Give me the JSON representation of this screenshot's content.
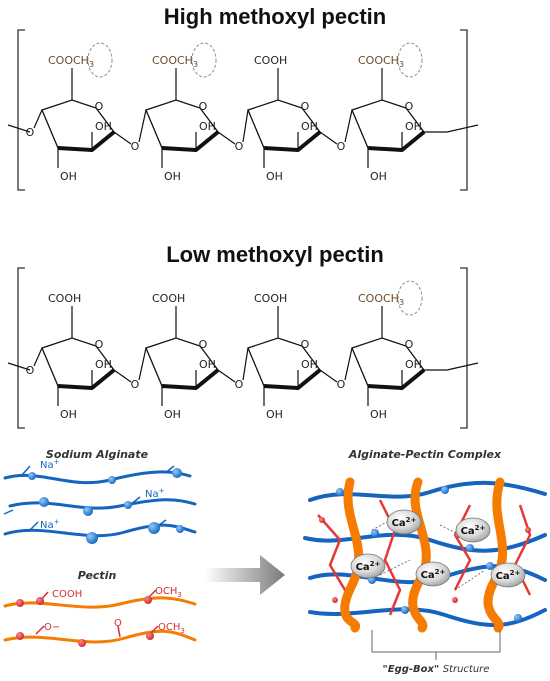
{
  "top_title": "High methoxyl pectin",
  "mid_title": "Low methoxyl pectin",
  "high_units": [
    "COOCH3",
    "COOCH3",
    "COOH",
    "COOCH3"
  ],
  "low_units": [
    "COOH",
    "COOH",
    "COOH",
    "COOCH3"
  ],
  "oh_label": "OH",
  "o_label": "O",
  "sodium_alginate_label": "Sodium Alginate",
  "na_label": "Na+",
  "pectin_label": "Pectin",
  "cooh_label": "COOH",
  "och3_label": "OCH3",
  "o_minus_label": "O−",
  "complex_label": "Alginate-Pectin Complex",
  "ca_label": "Ca2+",
  "eggbox_label_a": "\"Egg-Box\"",
  "eggbox_label_b": "Structure",
  "colors": {
    "alginate_blue": "#1565c0",
    "pectin_orange": "#f57c00",
    "pectin_red": "#d32f2f",
    "methoxyl_circle": "#a08a7a"
  }
}
